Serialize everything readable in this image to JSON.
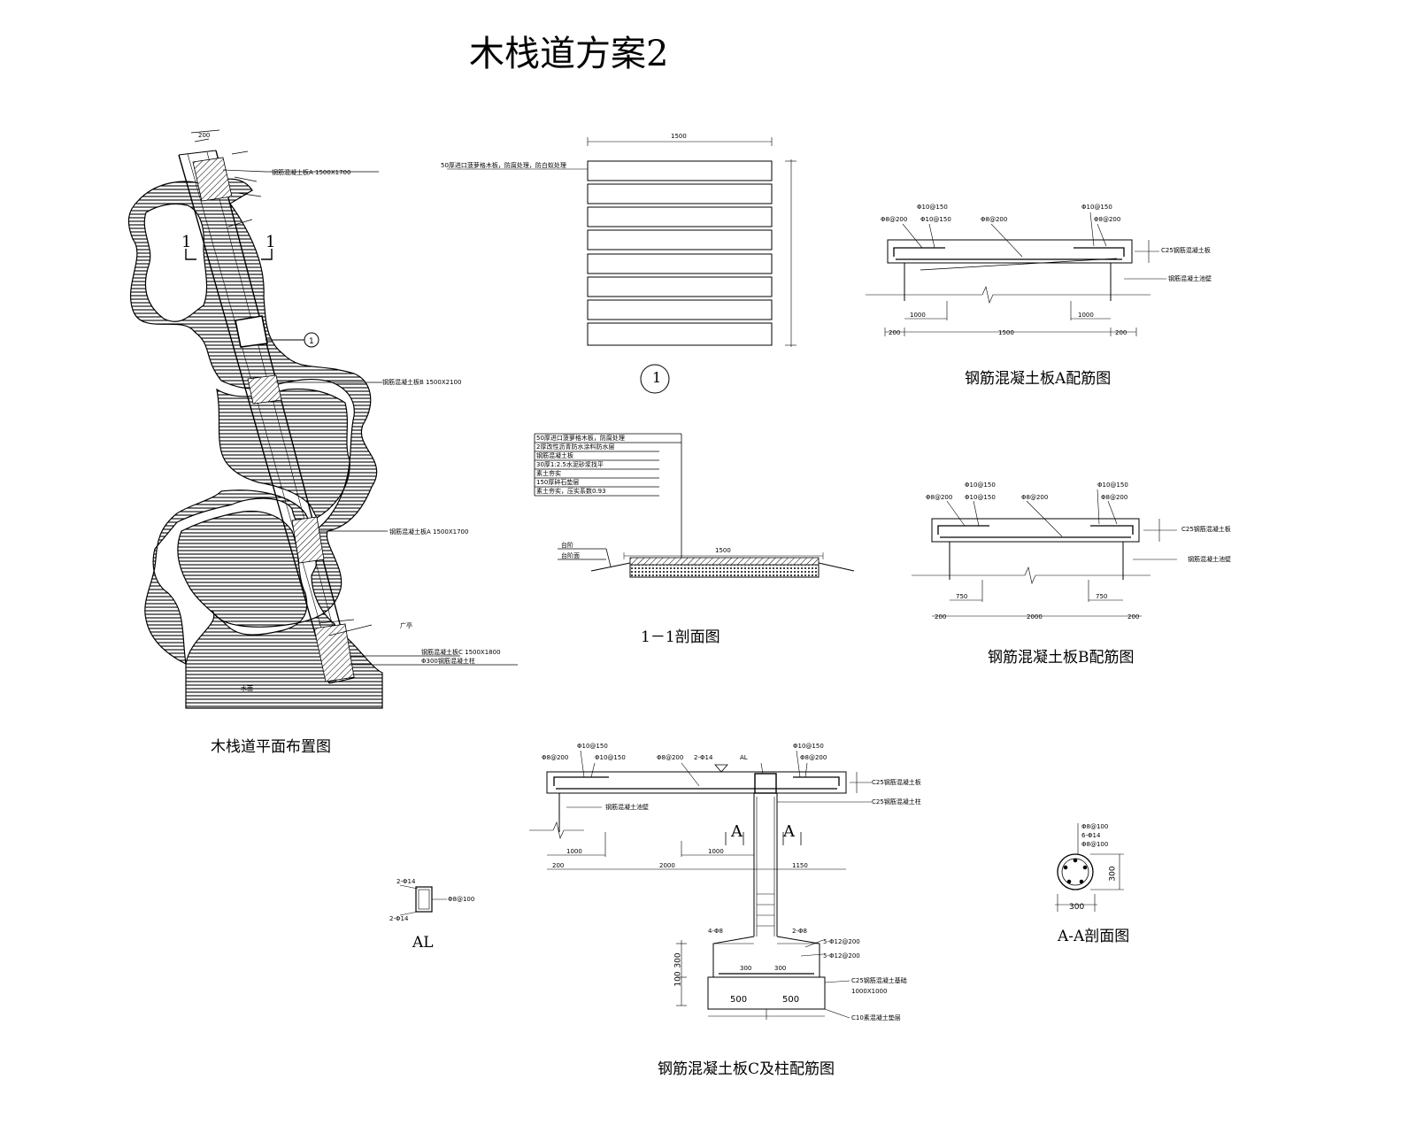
{
  "title": "木栈道方案2",
  "captions": {
    "plan": "木栈道平面布置图",
    "section11": "1－1剖面图",
    "slabA": "钢筋混凝土板A配筋图",
    "slabB": "钢筋混凝土板B配筋图",
    "slabC": "钢筋混凝土板C及柱配筋图",
    "al": "AL",
    "aa": "A-A剖面图"
  },
  "marks": {
    "sec1_left": "1",
    "sec1_right": "1",
    "detail_bubble": "1",
    "cut_a_left": "A",
    "cut_a_right": "A"
  },
  "dims": {
    "col_width": "300",
    "col_height": "300",
    "footing_left": "500",
    "footing_right": "500",
    "footing_h1": "300",
    "footing_h2": "100"
  }
}
